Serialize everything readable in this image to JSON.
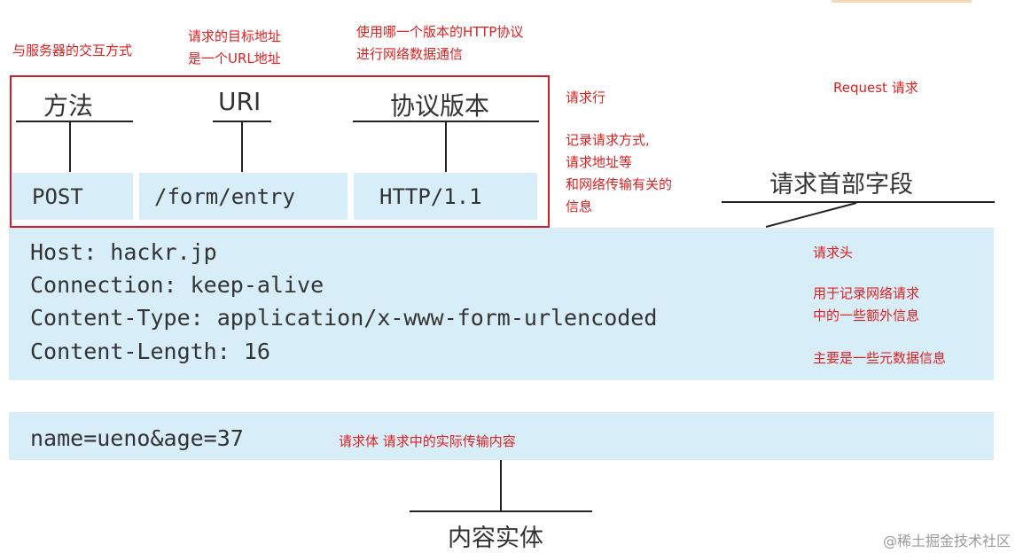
{
  "annotations": {
    "method_note": "与服务器的交互方式",
    "uri_note": [
      "请求的目标地址",
      "是一个URL地址"
    ],
    "version_note": [
      "使用哪一个版本的HTTP协议",
      "进行网络数据通信"
    ],
    "request_line_title": "请求行",
    "request_line_desc": [
      "记录请求方式,",
      "请求地址等",
      "和网络传输有关的",
      "信息"
    ],
    "request_title": "Request 请求",
    "header_title": "请求头",
    "header_desc": [
      "用于记录网络请求",
      "中的一些额外信息"
    ],
    "header_meta": "主要是一些元数据信息",
    "body_note": "请求体  请求中的实际传输内容"
  },
  "request_line": {
    "method_label": "方法",
    "uri_label": "URI",
    "version_label": "协议版本",
    "method": "POST",
    "uri": "/form/entry",
    "version": "HTTP/1.1"
  },
  "headers": {
    "label": "请求首部字段",
    "lines": [
      "Host: hackr.jp",
      "Connection: keep-alive",
      "Content-Type: application/x-www-form-urlencoded",
      "Content-Length: 16"
    ]
  },
  "body": {
    "content": "name=ueno&age=37",
    "label": "内容实体"
  },
  "watermark": "@稀土掘金技术社区"
}
